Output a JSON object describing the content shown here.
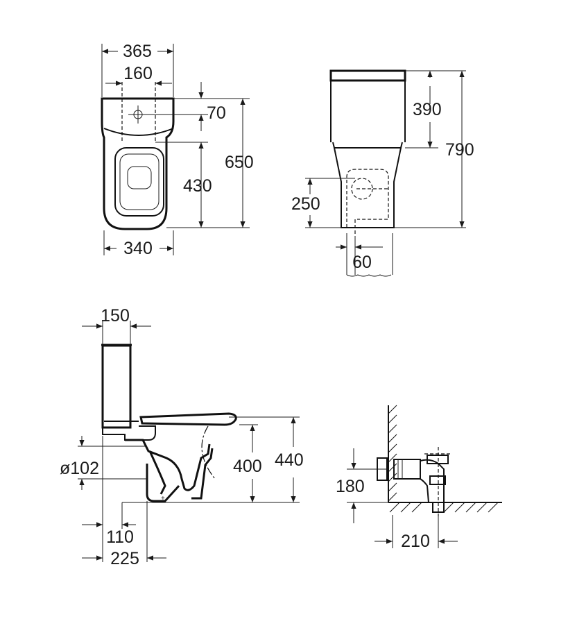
{
  "views": {
    "top": {
      "width_total": "365",
      "fixing_spacing": "160",
      "outlet_offset": "70",
      "depth_total": "650",
      "outlet_to_front": "430",
      "width_bowl": "340"
    },
    "front": {
      "height_cistern": "390",
      "height_total": "790",
      "inlet_height": "250",
      "inlet_offset": "60"
    },
    "side": {
      "cistern_depth": "150",
      "outlet_diameter": "ø102",
      "seat_height": "400",
      "height_rim": "440",
      "outlet_from_wall": "110",
      "fixing_from_wall": "225"
    },
    "connection": {
      "pipe_height": "180",
      "wall_distance": "210"
    }
  }
}
